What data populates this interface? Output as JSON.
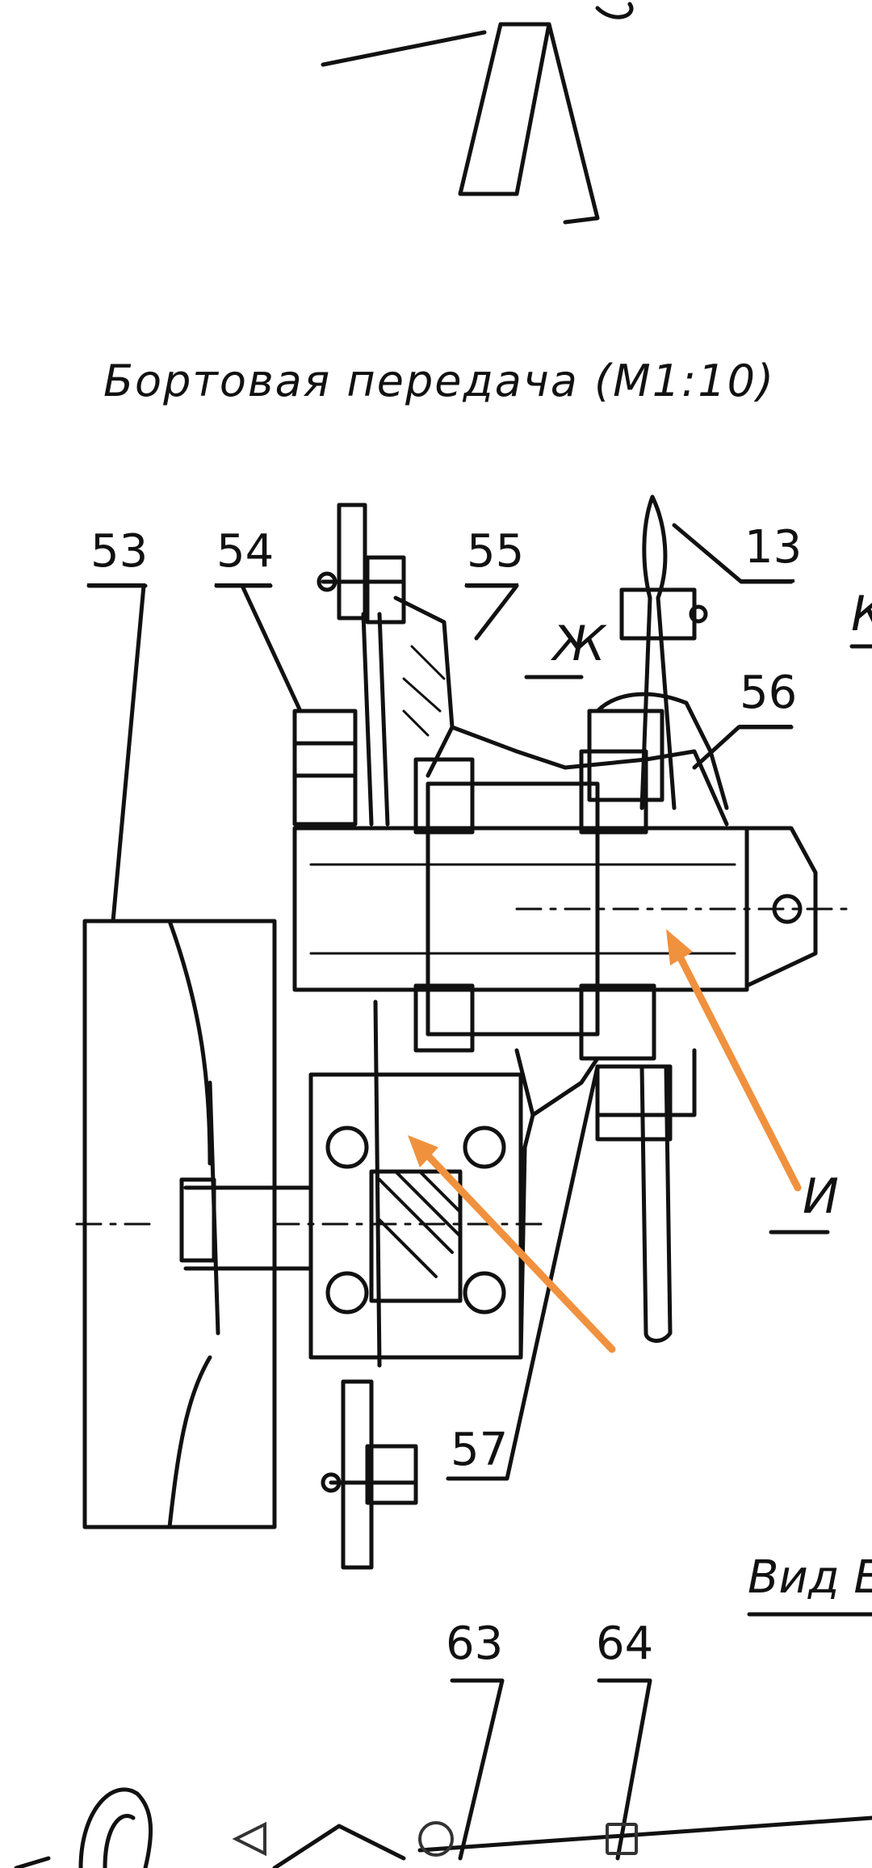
{
  "drawing": {
    "title": "Бортовая передача (М1:10)",
    "callouts": [
      "53",
      "54",
      "55",
      "13",
      "56",
      "57",
      "63",
      "64"
    ],
    "section_marks": [
      "Ж",
      "И",
      "К"
    ],
    "view_label": "Вид Е"
  },
  "annotation": {
    "arrow_color": "#F0913E"
  },
  "navigation": {
    "buttons": [
      "back-icon",
      "home-icon",
      "recents-icon"
    ]
  }
}
